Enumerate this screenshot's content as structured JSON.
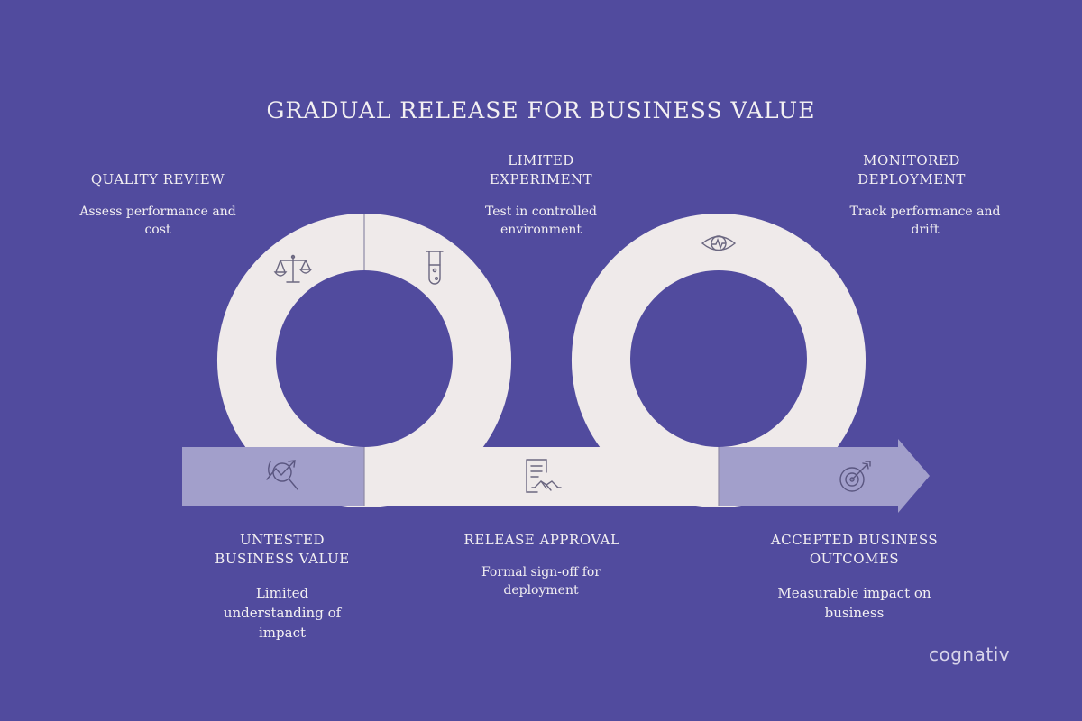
{
  "title": "GRADUAL RELEASE FOR BUSINESS VALUE",
  "stages": [
    {
      "name": "QUALITY REVIEW",
      "description": "Assess performance and\ncost",
      "icon": "scales-icon"
    },
    {
      "name": "LIMITED\nEXPERIMENT",
      "description": "Test in controlled\nenvironment",
      "icon": "test-tube-icon"
    },
    {
      "name": "MONITORED\nDEPLOYMENT",
      "description": "Track performance and\ndrift",
      "icon": "eye-icon"
    },
    {
      "name": "UNTESTED\nBUSINESS VALUE",
      "description": "Limited\nunderstanding of\nimpact",
      "icon": "magnifier-chart-icon"
    },
    {
      "name": "RELEASE APPROVAL",
      "description": "Formal sign-off for\ndeployment",
      "icon": "contract-handshake-icon"
    },
    {
      "name": "ACCEPTED BUSINESS\nOUTCOMES",
      "description": "Measurable impact on\nbusiness",
      "icon": "target-icon"
    }
  ],
  "brand": "cognativ",
  "colors": {
    "background": "#514b9e",
    "shape": "#efeaea",
    "arrow_dim": "#a29fcb",
    "text": "#f3f0f2"
  }
}
